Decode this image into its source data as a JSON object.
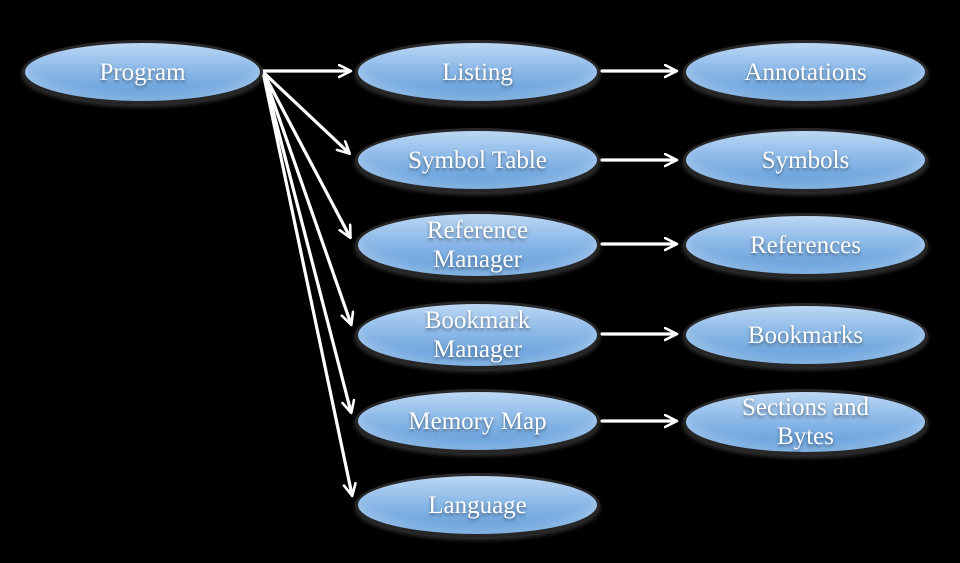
{
  "diagram": {
    "background_color": "#000000",
    "node_fill_top": "#bcd7f3",
    "node_fill_bottom": "#5d9ad8",
    "node_border_color": "#272727",
    "node_text_color": "#ffffff",
    "arrow_color": "#ffffff",
    "nodes": [
      {
        "id": "program",
        "label": "Program"
      },
      {
        "id": "listing",
        "label": "Listing"
      },
      {
        "id": "symbol-table",
        "label": "Symbol Table"
      },
      {
        "id": "reference-manager",
        "label": "Reference Manager"
      },
      {
        "id": "bookmark-manager",
        "label": "Bookmark Manager"
      },
      {
        "id": "memory-map",
        "label": "Memory Map"
      },
      {
        "id": "language",
        "label": "Language"
      },
      {
        "id": "annotations",
        "label": "Annotations"
      },
      {
        "id": "symbols",
        "label": "Symbols"
      },
      {
        "id": "references",
        "label": "References"
      },
      {
        "id": "bookmarks",
        "label": "Bookmarks"
      },
      {
        "id": "sections-and-bytes",
        "label": "Sections and Bytes"
      }
    ],
    "edges": [
      {
        "from": "Program",
        "to": "Listing"
      },
      {
        "from": "Program",
        "to": "Symbol Table"
      },
      {
        "from": "Program",
        "to": "Reference Manager"
      },
      {
        "from": "Program",
        "to": "Bookmark Manager"
      },
      {
        "from": "Program",
        "to": "Memory Map"
      },
      {
        "from": "Program",
        "to": "Language"
      },
      {
        "from": "Listing",
        "to": "Annotations"
      },
      {
        "from": "Symbol Table",
        "to": "Symbols"
      },
      {
        "from": "Reference Manager",
        "to": "References"
      },
      {
        "from": "Bookmark Manager",
        "to": "Bookmarks"
      },
      {
        "from": "Memory Map",
        "to": "Sections and Bytes"
      }
    ]
  }
}
